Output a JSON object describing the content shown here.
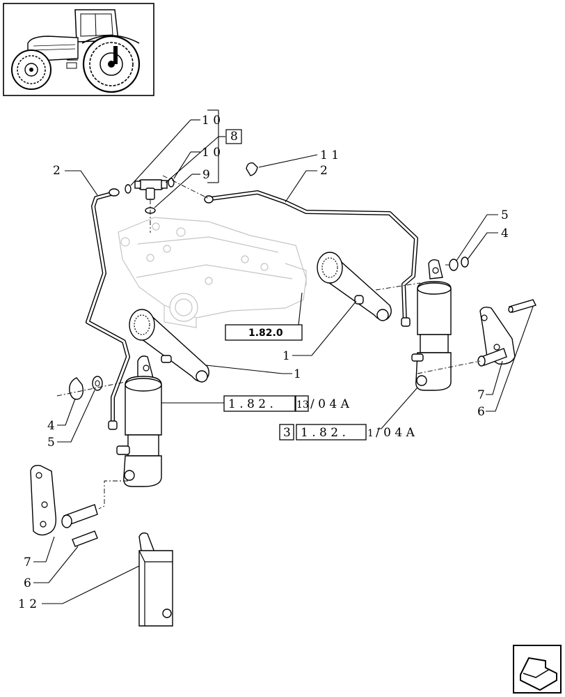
{
  "callouts": {
    "c10a": "1 0",
    "c8": "8",
    "c10b": "1 0",
    "c9": "9",
    "c11": "1 1",
    "c2_left": "2",
    "c2_right": "2",
    "c5_right": "5",
    "c4_right": "4",
    "c1_upper": "1",
    "c1_lower": "1",
    "c7_right": "7",
    "c6_right": "6",
    "c4_left": "4",
    "c5_left": "5",
    "c7_left": "7",
    "c6_left": "6",
    "c12": "1 2"
  },
  "references": {
    "ref_main": "1.82.0",
    "ref_a_box": "1 . 8 2 .",
    "ref_a_sub": "13",
    "ref_a_tail": "/ 0 4 A",
    "ref_b_pre": "3",
    "ref_b_box": "1 . 8 2 .",
    "ref_b_sub": "1",
    "ref_b_tail": "/ 0 4 A"
  },
  "icons": [
    "tractor-thumbnail-icon",
    "next-page-arrow-icon"
  ]
}
